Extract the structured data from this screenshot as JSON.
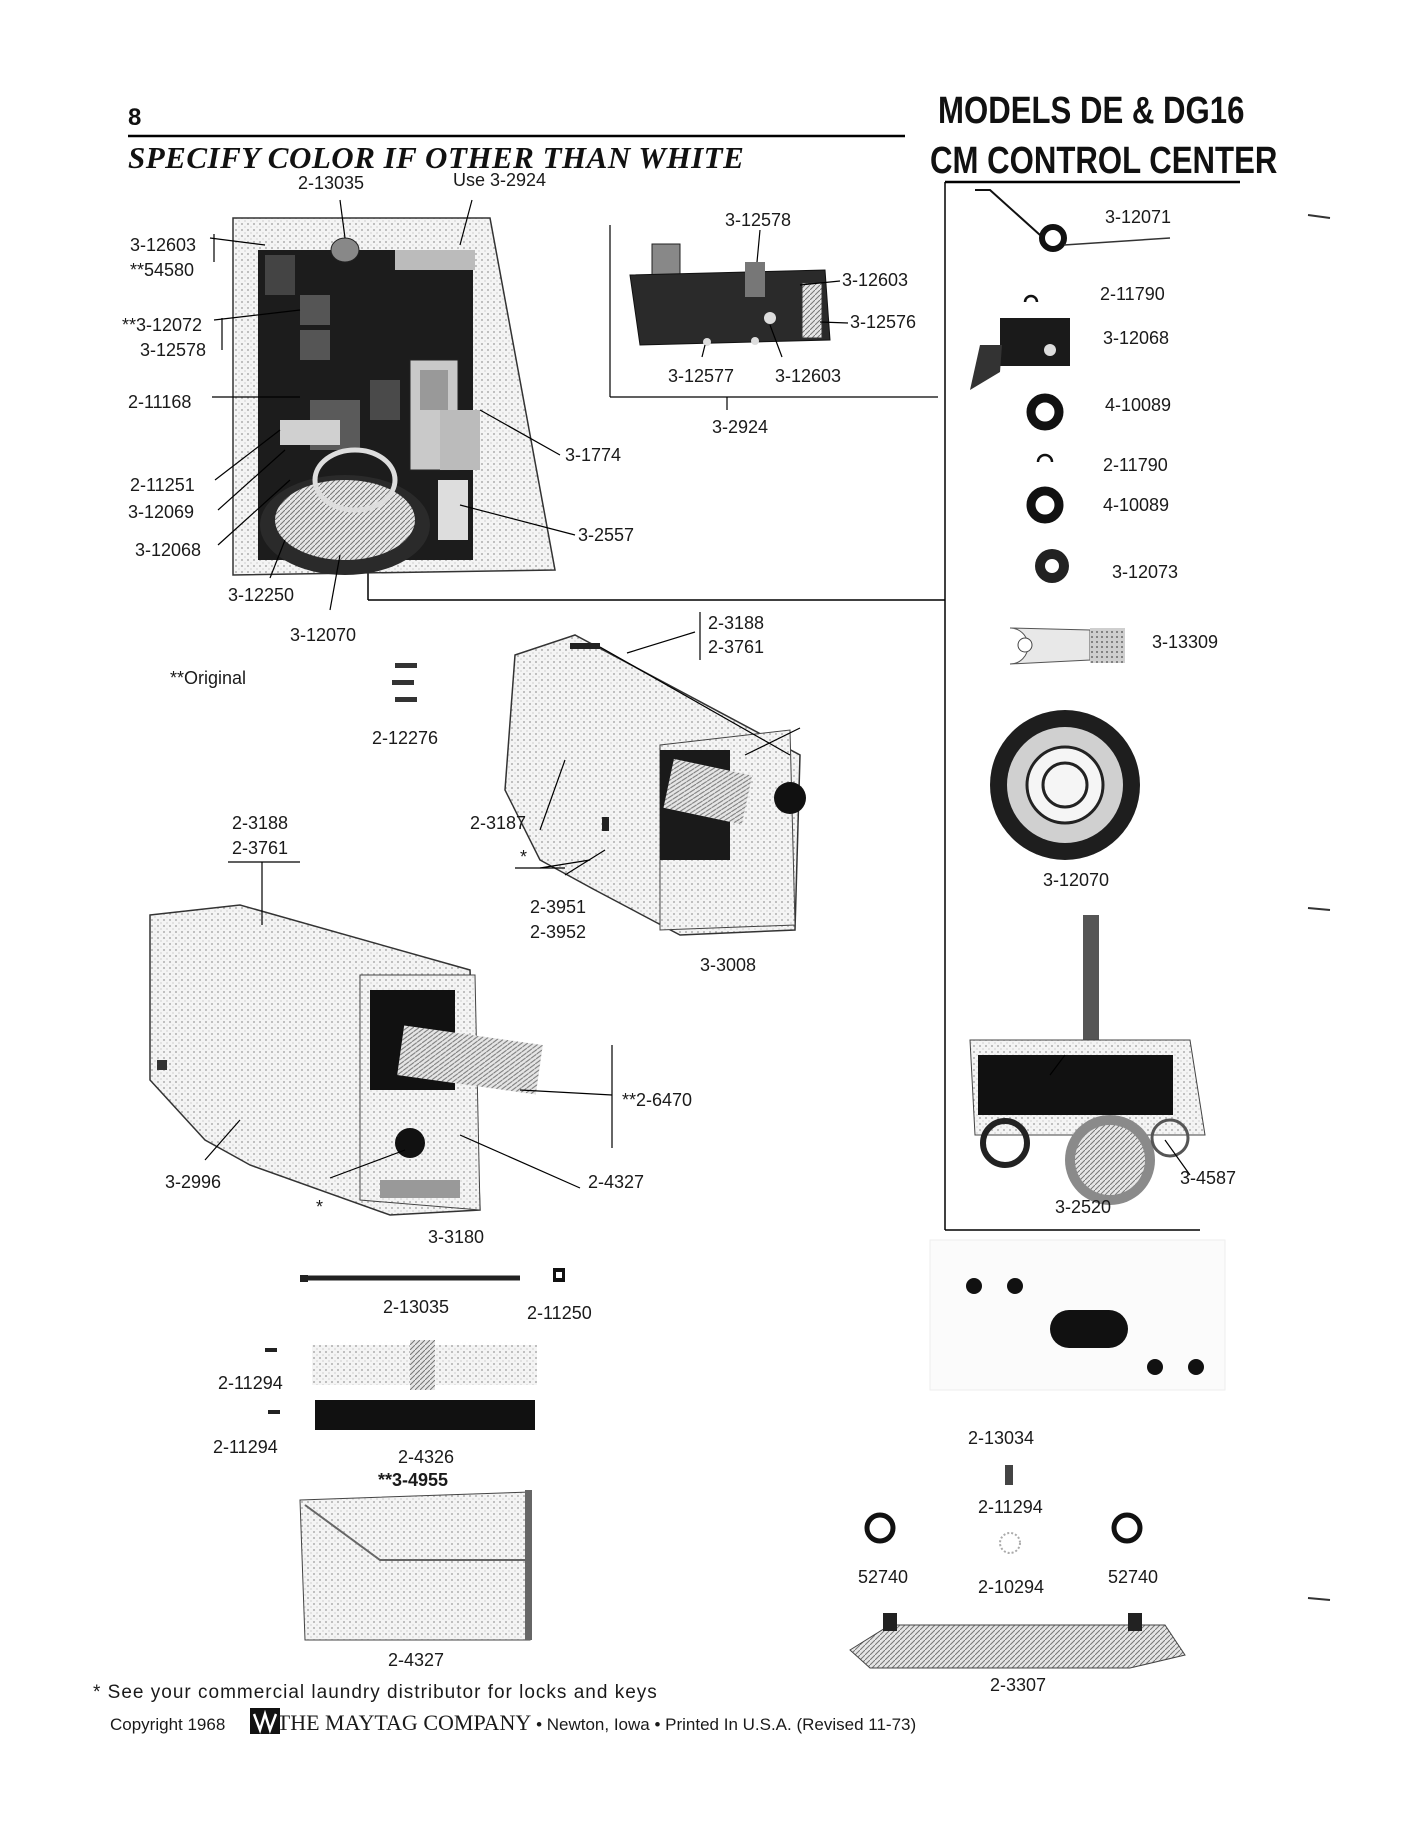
{
  "header": {
    "page_number": "8",
    "specify_note": "SPECIFY COLOR IF OTHER THAN WHITE",
    "models_line1": "MODELS DE & DG16",
    "models_line2": "CM CONTROL CENTER"
  },
  "panel_labels": {
    "p_2_13035_top": "2-13035",
    "p_use_3_2924": "Use 3-2924",
    "p_3_12603_a": "3-12603",
    "p_54580": "**54580",
    "p_3_12072": "**3-12072",
    "p_3_12578_a": "3-12578",
    "p_2_11168": "2-11168",
    "p_2_11251": "2-11251",
    "p_3_12069": "3-12069",
    "p_3_12068_a": "3-12068",
    "p_3_12250": "3-12250",
    "p_3_12070_a": "3-12070",
    "p_3_1774": "3-1774",
    "p_3_2557": "3-2557"
  },
  "board_labels": {
    "b_3_12578": "3-12578",
    "b_3_12603_a": "3-12603",
    "b_3_12576": "3-12576",
    "b_3_12577": "3-12577",
    "b_3_12603_b": "3-12603",
    "b_3_2924": "3-2924"
  },
  "right_labels": {
    "r_3_12071": "3-12071",
    "r_2_11790_a": "2-11790",
    "r_3_12068": "3-12068",
    "r_4_10089_a": "4-10089",
    "r_2_11790_b": "2-11790",
    "r_4_10089_b": "4-10089",
    "r_3_12073": "3-12073",
    "r_3_13309": "3-13309",
    "r_3_12070": "3-12070",
    "r_3_4587": "3-4587",
    "r_3_2520": "3-2520"
  },
  "mid_labels": {
    "original": "**Original",
    "m_2_12276": "2-12276",
    "m_2_3188_a": "2-3188",
    "m_2_3761_a": "2-3761",
    "m_2_3187": "2-3187",
    "m_2_3951": "2-3951",
    "m_2_3952": "2-3952",
    "m_3_3008": "3-3008",
    "m_2_3188_b": "2-3188",
    "m_2_3761_b": "2-3761",
    "m_2_6470": "**2-6470",
    "m_3_2996": "3-2996",
    "m_2_4327_a": "2-4327",
    "m_3_3180": "3-3180",
    "m_2_13035": "2-13035",
    "m_2_11250": "2-11250",
    "m_2_11294_a": "2-11294",
    "m_2_11294_b": "2-11294",
    "m_2_4326": "2-4326",
    "m_3_4955": "**3-4955",
    "m_2_4327_b": "2-4327",
    "asterisk": "*"
  },
  "lower_right_labels": {
    "l_2_13034": "2-13034",
    "l_2_11294": "2-11294",
    "l_52740_a": "52740",
    "l_2_10294": "2-10294",
    "l_52740_b": "52740",
    "l_2_3307": "2-3307"
  },
  "footer": {
    "footnote": "* See your commercial laundry distributor for locks and keys",
    "copyright_prefix": "Copyright 1968",
    "company": "THE MAYTAG COMPANY",
    "location": "• Newton, Iowa • Printed In U.S.A. (Revised 11-73)"
  }
}
